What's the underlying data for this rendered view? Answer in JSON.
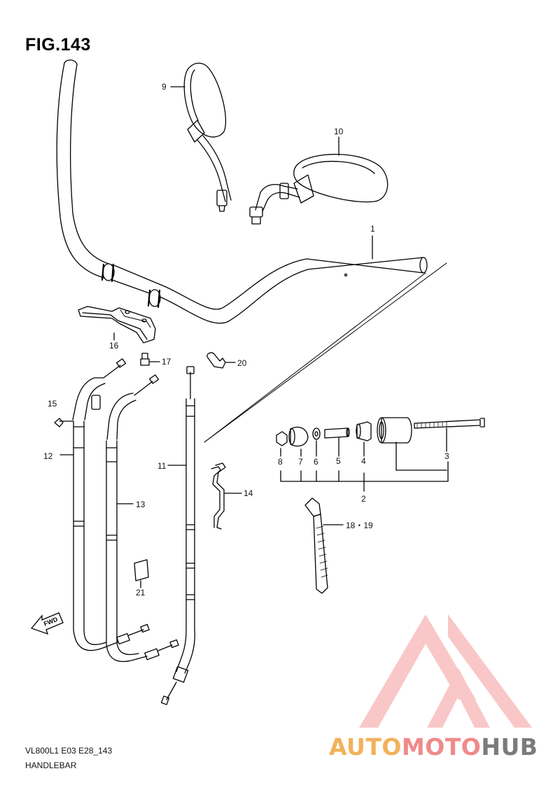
{
  "figure": {
    "title": "FIG.143",
    "model_code": "VL800L1 E03 E28_143",
    "section_name": "HANDLEBAR"
  },
  "callouts": [
    {
      "id": "c1",
      "text": "1"
    },
    {
      "id": "c2",
      "text": "2"
    },
    {
      "id": "c3",
      "text": "3"
    },
    {
      "id": "c4",
      "text": "4"
    },
    {
      "id": "c5",
      "text": "5"
    },
    {
      "id": "c6",
      "text": "6"
    },
    {
      "id": "c7",
      "text": "7"
    },
    {
      "id": "c8",
      "text": "8"
    },
    {
      "id": "c9",
      "text": "9"
    },
    {
      "id": "c10",
      "text": "10"
    },
    {
      "id": "c11",
      "text": "11"
    },
    {
      "id": "c12",
      "text": "12"
    },
    {
      "id": "c13",
      "text": "13"
    },
    {
      "id": "c14",
      "text": "14"
    },
    {
      "id": "c15",
      "text": "15"
    },
    {
      "id": "c16",
      "text": "16"
    },
    {
      "id": "c17",
      "text": "17"
    },
    {
      "id": "c1819",
      "text": "18・19"
    },
    {
      "id": "c20",
      "text": "20"
    },
    {
      "id": "c21",
      "text": "21"
    }
  ],
  "fwd_label": "FWD",
  "watermark": {
    "part1": "AUTO",
    "part2": "MOTO",
    "part3": "HUB",
    "colors": {
      "part1": "#f2b25a",
      "part2": "#f08a8a",
      "part3": "#7b7b7b",
      "logo": "#f59a9a"
    }
  }
}
